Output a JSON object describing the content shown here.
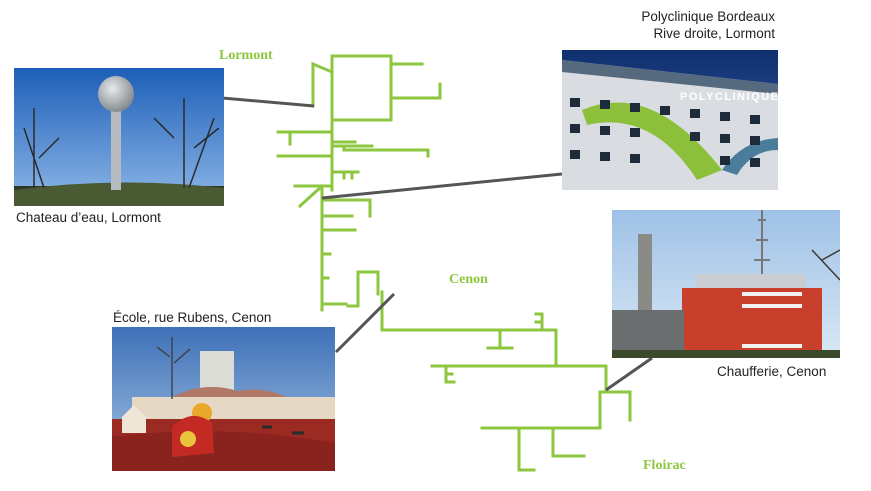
{
  "network": {
    "pipe_color": "#8dc63f",
    "leader_color": "#555555",
    "cities": {
      "lormont": "Lormont",
      "cenon": "Cenon",
      "floirac": "Floirac"
    }
  },
  "photos": {
    "chateau": {
      "caption": "Chateau d’eau, Lormont"
    },
    "polyclinique": {
      "caption_line1": "Polyclinique Bordeaux",
      "caption_line2": "Rive droite, Lormont",
      "sign": "POLYCLINIQUE"
    },
    "ecole": {
      "caption": "École, rue Rubens, Cenon"
    },
    "chaufferie": {
      "caption": "Chaufferie, Cenon"
    }
  }
}
